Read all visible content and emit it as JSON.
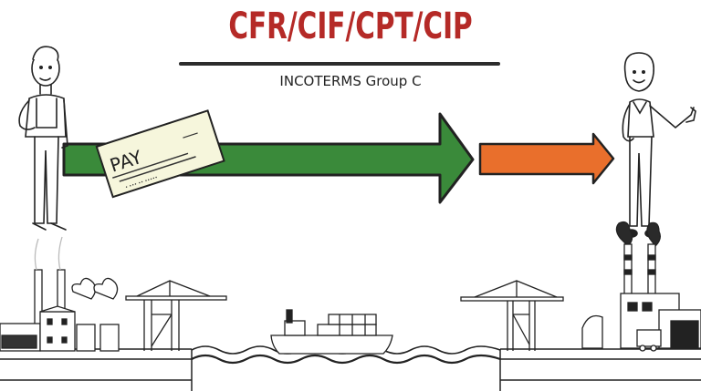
{
  "header": {
    "title": "CFR/CIF/CPT/CIP",
    "subtitle": "INCOTERMS Group C"
  },
  "illustration": {
    "check_text": "PAY",
    "payment_arrow_color": "#3a8a3a",
    "transfer_arrow_color": "#e96f2c",
    "title_color": "#b52a27",
    "seller": "man in overalls (left, origin factory)",
    "buyer": "woman giving thumbs up (right, destination factory)",
    "scene": [
      "factory with smokestacks",
      "port crane (origin)",
      "cargo ship on water",
      "port crane (destination)",
      "factory with truck"
    ]
  }
}
